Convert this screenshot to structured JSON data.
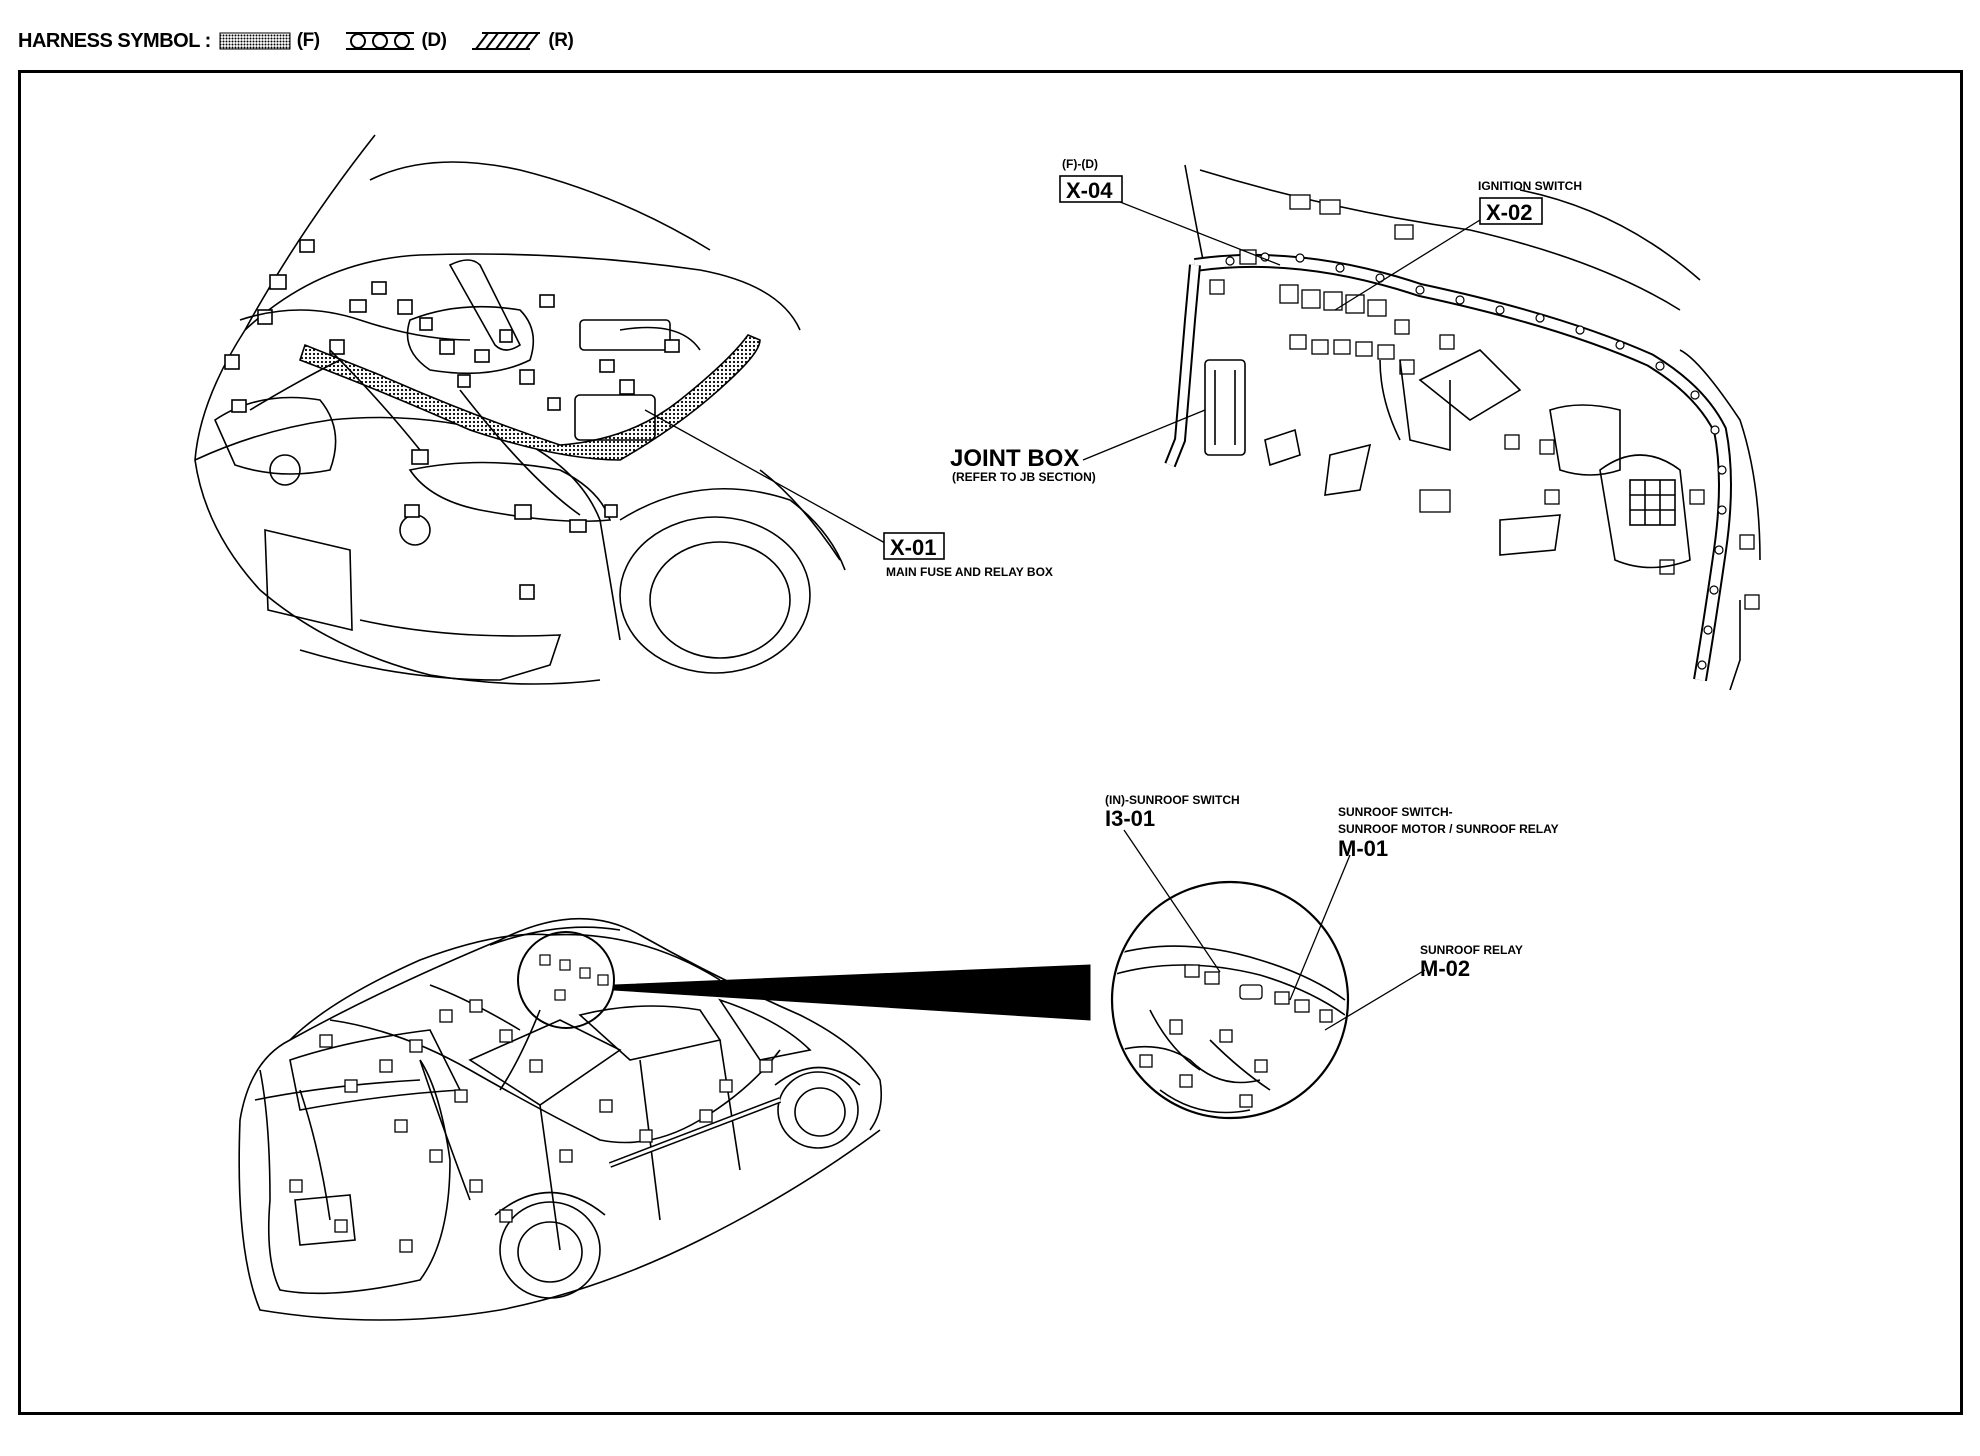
{
  "header": {
    "label": "HARNESS SYMBOL :",
    "symbols": [
      {
        "pattern": "dotted",
        "code": "(F)"
      },
      {
        "pattern": "circles",
        "code": "(D)"
      },
      {
        "pattern": "hatched",
        "code": "(R)"
      }
    ]
  },
  "callouts": {
    "x01": {
      "code": "X-01",
      "name": "MAIN FUSE AND RELAY BOX"
    },
    "x04": {
      "harness": "(F)-(D)",
      "code": "X-04"
    },
    "x02": {
      "name": "IGNITION SWITCH",
      "code": "X-02"
    },
    "joint_box": {
      "name": "JOINT BOX",
      "note": "(REFER TO JB SECTION)"
    },
    "i301": {
      "name": "(IN)-SUNROOF SWITCH",
      "code": "I3-01"
    },
    "m01": {
      "name_line1": "SUNROOF SWITCH-",
      "name_line2": "SUNROOF MOTOR / SUNROOF RELAY",
      "code": "M-01"
    },
    "m02": {
      "name": "SUNROOF RELAY",
      "code": "M-02"
    }
  }
}
